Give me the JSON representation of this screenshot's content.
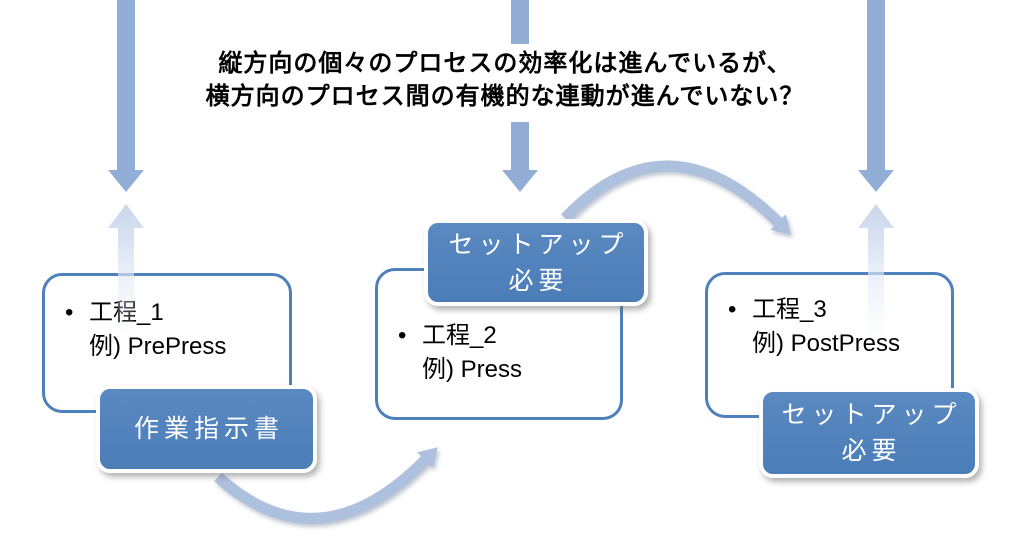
{
  "slide": {
    "heading": {
      "line1": "縦方向の個々のプロセスの効率化は進んでいるが、",
      "line2": "横方向のプロセス間の有機的な連動が進んでいない？"
    },
    "processes": [
      {
        "bullet": "•",
        "title": "工程_1",
        "example": "例) PrePress"
      },
      {
        "bullet": "•",
        "title": "工程_2",
        "example": "例) Press"
      },
      {
        "bullet": "•",
        "title": "工程_3",
        "example": "例) PostPress"
      }
    ],
    "callouts": {
      "work_order": {
        "line1": "作業指示書"
      },
      "setup_mid": {
        "line1": "セットアップ",
        "line2": "必要"
      },
      "setup_right": {
        "line1": "セットアップ",
        "line2": "必要"
      }
    },
    "icons": {
      "down_arrows": "down-arrow-icon x3 (vertical process flow entering from top)",
      "up_arrows": "up-arrow-fade-icon x2 (feedback upward, fading)",
      "curved_arrows": "curved-right-arrow-icon x2 (horizontal hand-off between processes)"
    },
    "colors": {
      "accent_blue": "#4f81bd",
      "down_arrow": "#93aed6",
      "curved_arrow": "#adc0de",
      "up_arrow_fade_top": "#c9d7ec",
      "box_border": "#4e81bc",
      "callout_fill": "#4f81bd",
      "text": "#000000",
      "callout_text": "#ffffff"
    }
  }
}
